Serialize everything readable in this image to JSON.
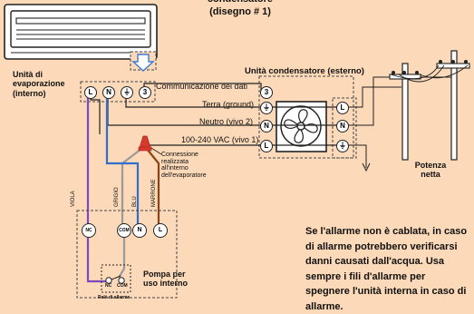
{
  "header": {
    "title_line1": "condensatore",
    "title_line2": "(disegno # 1)"
  },
  "indoor": {
    "label_line1": "Unità di",
    "label_line2": "evaporazione",
    "label_line3": "(interno)",
    "terminals": [
      "L",
      "N",
      "⏚",
      "3"
    ]
  },
  "outdoor": {
    "label": "Unità condensatore (esterno)",
    "terminals": [
      "3",
      "⏚",
      "N",
      "L"
    ]
  },
  "wires": {
    "comm": "Communicazione dei dati",
    "ground": "Terra (ground)",
    "neutral": "Neutro (vivo 2)",
    "live": "100-240 VAC (vivo 1)"
  },
  "connection_note": {
    "line1": "Connessione",
    "line2": "realizzata",
    "line3": "all'interno",
    "line4": "dell'evaporatore"
  },
  "power": {
    "terminals": [
      "L",
      "N",
      "⏚"
    ],
    "label_line1": "Potenza",
    "label_line2": "netta"
  },
  "pump": {
    "wire_labels": [
      "VIOLA",
      "GRIGIO",
      "BLU",
      "MARRONE"
    ],
    "terminals": [
      "NC",
      "COM",
      "N",
      "L"
    ],
    "label_line1": "Pompa per",
    "label_line2": "uso interno",
    "relay_nc": "NC",
    "relay_com": "COM",
    "relay_label": "Relè di allarme"
  },
  "warning": "Se l'allarme non è cablata, in caso di allarme potrebbero verificarsi danni causati dall'acqua. Usa sempre i fili d'allarme per spegnere l'unità interna in caso di allarme.",
  "colors": {
    "background": "#fcd9b8",
    "viola": "#7b4bbd",
    "grigio": "#9a9a9a",
    "blu": "#2f6fd0",
    "marrone": "#8b4513",
    "red": "#d63a2a",
    "dash": "#444444"
  }
}
